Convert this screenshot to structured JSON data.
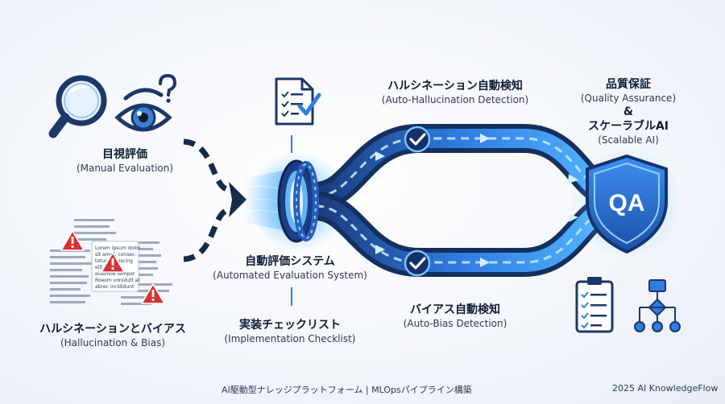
{
  "colors": {
    "navy": "#152a4d",
    "accent_blue": "#2f7de1",
    "glow_blue": "#55b6ff",
    "warning_red": "#d93030",
    "text_dark": "#0f1c33"
  },
  "icons": {
    "magnifier": "magnifying-glass-icon",
    "eye": "eye-icon",
    "question": "question-mark-icon",
    "warning": "warning-triangle-icon",
    "checklist": "checklist-document-icon",
    "check": "checkmark-icon",
    "shield": "qa-shield-icon",
    "clipboard": "clipboard-checklist-icon",
    "flowchart": "flowchart-icon"
  },
  "left": {
    "manual": {
      "jp": "目視評価",
      "en": "(Manual Evaluation)"
    },
    "hallucination": {
      "jp": "ハルシネーションとバイアス",
      "en": "(Hallucination & Bias)"
    },
    "doc_lines": [
      "Lorem ipsum dolor",
      "sit amet, consec-",
      "tetur adipiscing",
      "elit, sed do",
      "eiusmod tempor",
      "Roeom vonidutt at",
      "abrec incididunt"
    ]
  },
  "center": {
    "system": {
      "jp": "自動評価システム",
      "en": "(Automated Evaluation System)"
    },
    "checklist": {
      "jp": "実装チェックリスト",
      "en": "(Implementation Checklist)"
    }
  },
  "branches": {
    "top": {
      "jp": "ハルシネーション自動検知",
      "en": "(Auto-Hallucination Detection)"
    },
    "bottom": {
      "jp": "バイアス自動検知",
      "en": "(Auto-Bias Detection)"
    }
  },
  "right": {
    "qa_jp": "品質保証",
    "qa_en": "(Quality Assurance)",
    "amp": "&",
    "scalable_jp": "スケーラブルAI",
    "scalable_en": "(Scalable AI)",
    "shield_text": "QA"
  },
  "footer": {
    "left": "AI駆動型ナレッジプラットフォーム | MLOpsパイプライン構築",
    "right": "2025 AI KnowledgeFlow"
  }
}
